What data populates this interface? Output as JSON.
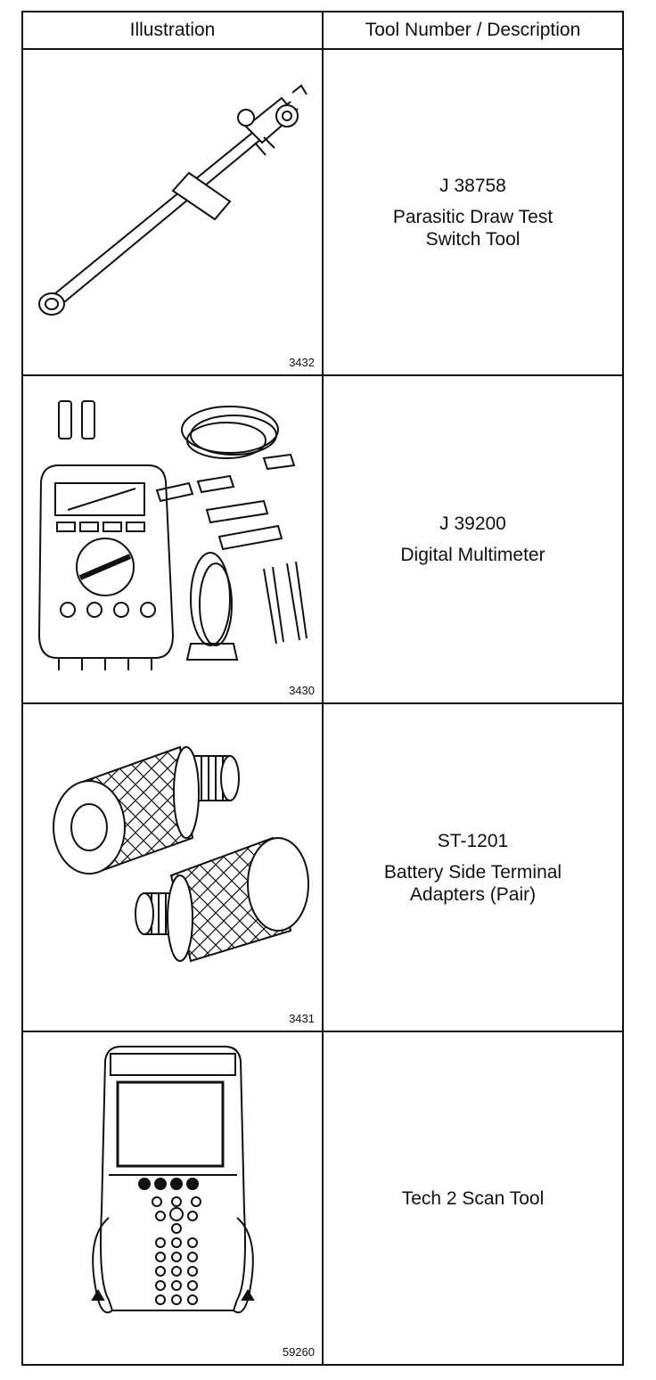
{
  "header": {
    "col1": "Illustration",
    "col2": "Tool Number / Description"
  },
  "rows": [
    {
      "figure_number": "3432",
      "tool_number": "J 38758",
      "description": [
        "Parasitic Draw Test",
        "Switch Tool"
      ],
      "icon": "parasitic-draw-switch-icon"
    },
    {
      "figure_number": "3430",
      "tool_number": "J 39200",
      "description": [
        "Digital Multimeter"
      ],
      "icon": "digital-multimeter-icon"
    },
    {
      "figure_number": "3431",
      "tool_number": "ST-1201",
      "description": [
        "Battery Side Terminal",
        "Adapters (Pair)"
      ],
      "icon": "terminal-adapters-icon"
    },
    {
      "figure_number": "59260",
      "tool_number": "",
      "description": [
        "Tech 2 Scan Tool"
      ],
      "icon": "scan-tool-icon"
    }
  ]
}
